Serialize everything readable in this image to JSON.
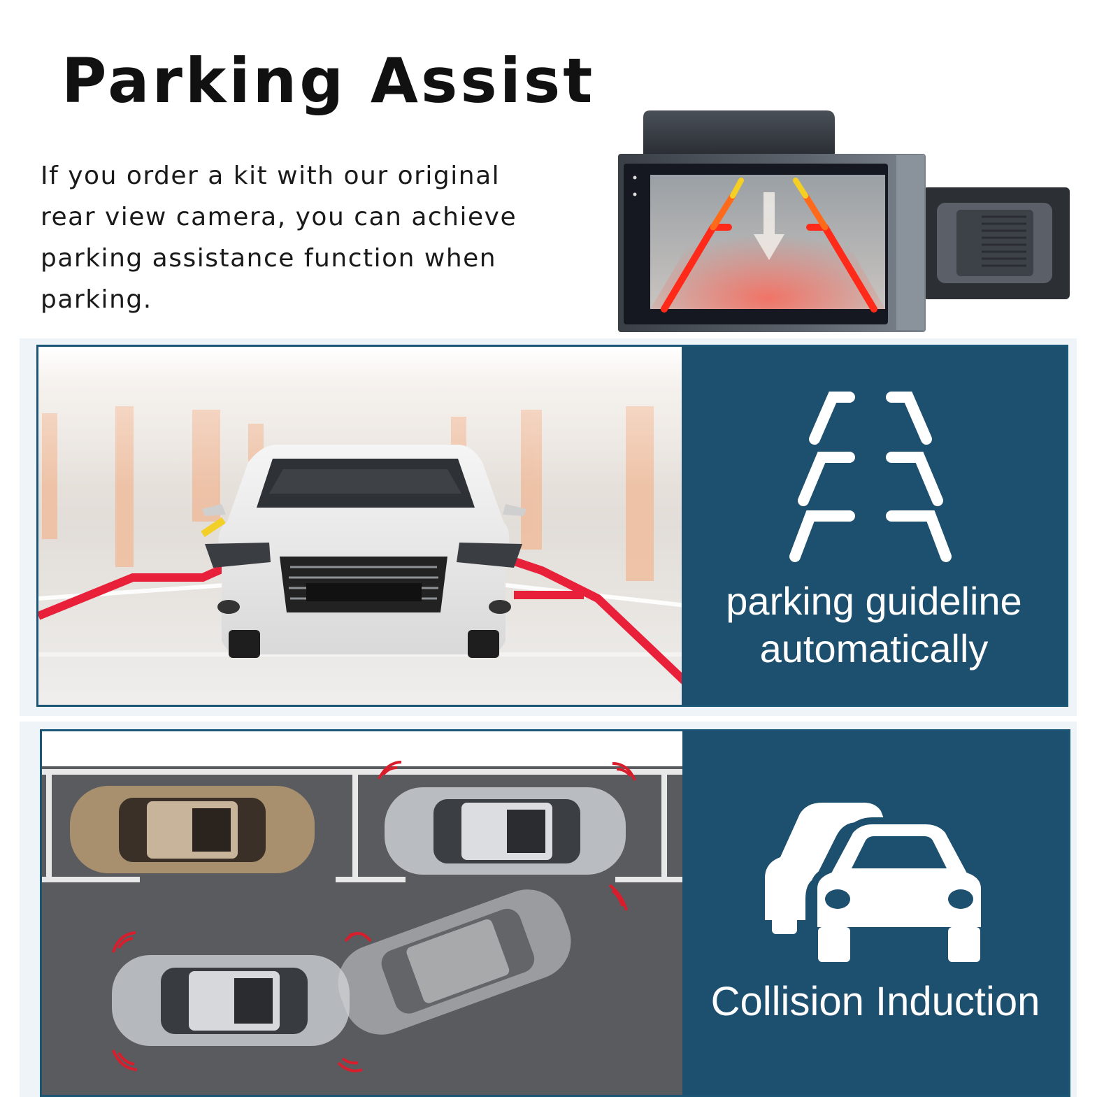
{
  "header": {
    "title": "Parking Assist",
    "description_lines": [
      "If you order a kit with our original",
      "rear view camera, you can achieve",
      "parking assistance function when",
      "parking."
    ]
  },
  "features": [
    {
      "icon": "parking-guideline-icon",
      "caption_lines": [
        "parking guideline",
        "automatically"
      ]
    },
    {
      "icon": "collision-cars-icon",
      "caption_lines": [
        "Collision Induction"
      ]
    }
  ],
  "colors": {
    "panel_blue": "#1d4f6e",
    "guideline_red": "#e8203a",
    "guideline_yellow": "#f2d028",
    "sensor_red": "#d81e2c"
  }
}
